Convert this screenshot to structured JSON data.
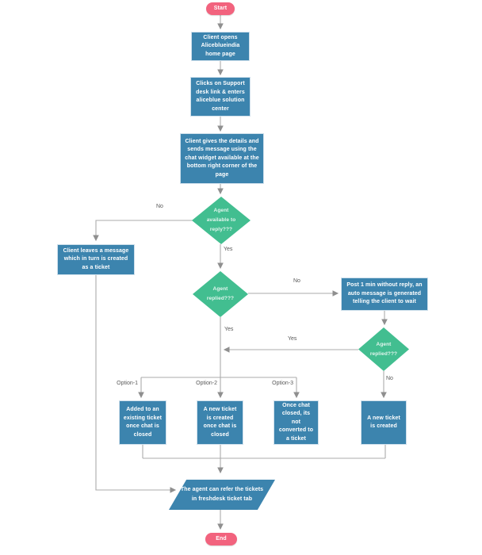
{
  "palette": {
    "process_fill": "#3C84AE",
    "decision_fill": "#42BE90",
    "terminator_fill": "#F2637E",
    "connector": "#ABABAB",
    "arrowhead": "#8F8F8F",
    "edge_label_text": "#595959",
    "node_text": "#FFFFFF",
    "background": "#FFFFFF"
  },
  "flowchart": {
    "nodes": {
      "start": {
        "label": "Start",
        "type": "terminator"
      },
      "open_home": {
        "label": "Client opens Aliceblueindia home page",
        "type": "process"
      },
      "support_desk": {
        "label": "Clicks on Support desk link & enters aliceblue solution center",
        "type": "process"
      },
      "chat_details": {
        "label": "Client gives the details and sends message using the chat widget available at the bottom right corner of the page",
        "type": "process"
      },
      "agent_available": {
        "label": "Agent available to reply???",
        "type": "decision"
      },
      "leave_message": {
        "label": "Client leaves a message which in turn is created as a ticket",
        "type": "process"
      },
      "agent_replied_1": {
        "label": "Agent replied???",
        "type": "decision"
      },
      "auto_message": {
        "label": "Post 1 min without reply, an auto message is generated telling the client to wait",
        "type": "process"
      },
      "agent_replied_2": {
        "label": "Agent replied???",
        "type": "decision"
      },
      "option1_result": {
        "label": "Added to an existing ticket once chat is closed",
        "type": "process"
      },
      "option2_result": {
        "label": "A new ticket is created once chat is closed",
        "type": "process"
      },
      "option3_result": {
        "label": "Once chat closed, its not converted to a ticket",
        "type": "process"
      },
      "new_ticket": {
        "label": "A new ticket is created",
        "type": "process"
      },
      "refer_tickets": {
        "label": "The agent can refer the tickets in freshdesk ticket tab",
        "type": "input-output"
      },
      "end": {
        "label": "End",
        "type": "terminator"
      }
    },
    "edge_labels": {
      "no_1": "No",
      "yes_1": "Yes",
      "no_2": "No",
      "yes_2": "Yes",
      "yes_3": "Yes",
      "no_3": "No",
      "option_1": "Option-1",
      "option_2": "Option-2",
      "option_3": "Option-3"
    }
  }
}
